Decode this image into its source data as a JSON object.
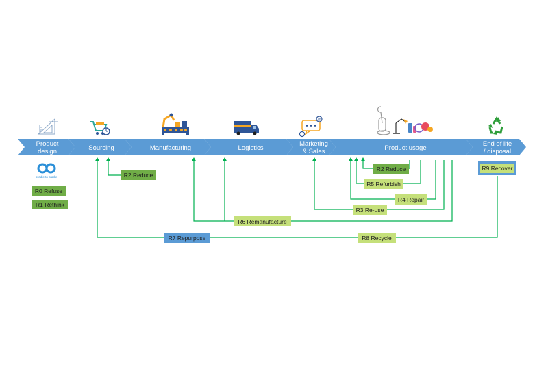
{
  "stages": [
    {
      "line1": "Product",
      "line2": "design"
    },
    {
      "line1": "Sourcing",
      "line2": ""
    },
    {
      "line1": "Manufacturing",
      "line2": ""
    },
    {
      "line1": "Logistics",
      "line2": ""
    },
    {
      "line1": "Marketing",
      "line2": "& Sales"
    },
    {
      "line1": "Product usage",
      "line2": ""
    },
    {
      "line1": "End of life",
      "line2": "/ disposal"
    }
  ],
  "logo": {
    "text": "cradle to cradle"
  },
  "r_strategies": {
    "r0": "R0 Refuse",
    "r1": "R1 Rethink",
    "r2_sourcing": "R2 Reduce",
    "r2_usage": "R2 Reduce",
    "r3": "R3 Re-use",
    "r4": "R4 Repair",
    "r5": "R5 Refurbish",
    "r6": "R6 Remanufacture",
    "r7": "R7 Repurpose",
    "r8": "R8 Recycle",
    "r9": "R9 Recover"
  },
  "colors": {
    "stage_fill": "#5b9bd5",
    "dark_green": "#70ad47",
    "light_green": "#c5e07a",
    "blue_box": "#5b9bd5",
    "line_green": "#00b050",
    "icon_blue": "#2e5597",
    "icon_orange": "#f5a623",
    "recycle_green": "#2e9e3a"
  },
  "icons": [
    "ruler-triangle-icon",
    "shopping-cart-icon",
    "robot-arm-factory-icon",
    "delivery-truck-icon",
    "chat-marketing-icon",
    "household-products-icon",
    "recycle-icon"
  ]
}
